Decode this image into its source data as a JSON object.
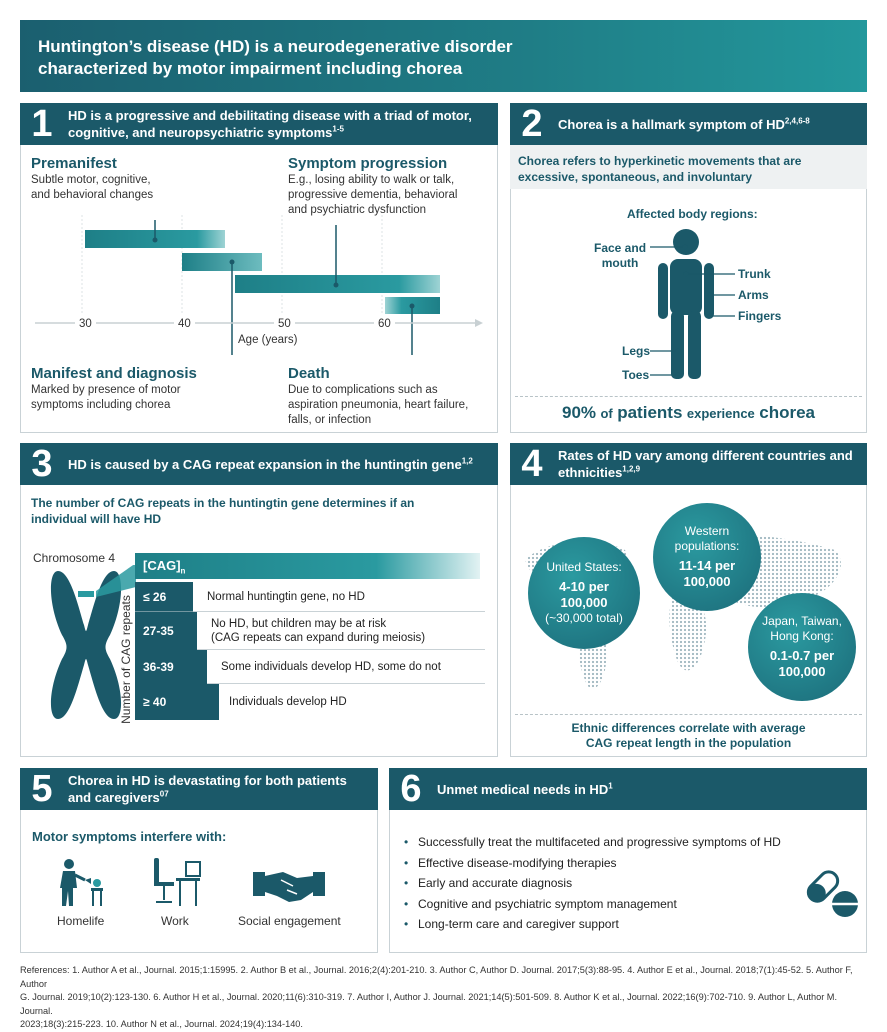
{
  "banner": {
    "line1": "Huntington’s disease (HD) is a neurodegenerative disorder",
    "line2": "characterized by motor impairment including chorea"
  },
  "panel1": {
    "num": "1",
    "title_line1": "HD is a progressive and debilitating disease with a triad of motor,",
    "title_line2": "cognitive, and neuropsychiatric symptoms",
    "title_sup": "1-5",
    "premanifest_title": "Premanifest",
    "premanifest_l1": "Subtle motor, cognitive,",
    "premanifest_l2": "and behavioral changes",
    "progression_title": "Symptom progression",
    "progression_l1": "E.g., losing ability to walk or talk,",
    "progression_l2": "progressive dementia, behavioral",
    "progression_l3": "and psychiatric dysfunction",
    "manifest_title": "Manifest and diagnosis",
    "manifest_l1": "Marked by presence of motor",
    "manifest_l2": "symptoms including chorea",
    "death_title": "Death",
    "death_l1": "Due to complications such as",
    "death_l2": "aspiration pneumonia, heart failure,",
    "death_l3": "falls, or infection",
    "ticks": [
      "30",
      "40",
      "50",
      "60"
    ],
    "axis_label": "Age (years)"
  },
  "panel2": {
    "num": "2",
    "title": "Chorea is a hallmark symptom of HD",
    "title_sup": "2,4,6-8",
    "sub_l1": "Chorea refers to hyperkinetic movements that are",
    "sub_l2": "excessive, spontaneous, and involuntary",
    "regions_title": "Affected body regions:",
    "face": "Face and",
    "mouth": "mouth",
    "trunk": "Trunk",
    "arms": "Arms",
    "fingers": "Fingers",
    "legs": "Legs",
    "toes": "Toes",
    "stat_pct": "90%",
    "stat_of": "of",
    "stat_patients": "patients",
    "stat_experience": "experience",
    "stat_chorea": "chorea"
  },
  "panel3": {
    "num": "3",
    "title": "HD is caused by a CAG repeat expansion in the huntingtin gene",
    "title_sup": "1,2",
    "sub_l1": "The number of CAG repeats in the huntingtin gene determines if an",
    "sub_l2": "individual will have HD",
    "chromosome": "Chromosome 4",
    "cag_label": "[CAG]",
    "cag_sub": "n",
    "axis_label": "Number of CAG repeats",
    "rows": [
      {
        "range": "≤ 26",
        "text1": "Normal huntingtin gene, no HD",
        "text2": ""
      },
      {
        "range": "27-35",
        "text1": "No HD, but children may be at risk",
        "text2": "(CAG repeats can expand during meiosis)"
      },
      {
        "range": "36-39",
        "text1": "Some individuals develop HD, some do not",
        "text2": ""
      },
      {
        "range": "≥ 40",
        "text1": "Individuals develop HD",
        "text2": ""
      }
    ]
  },
  "panel4": {
    "num": "4",
    "title_l1": "Rates of HD vary among different countries and",
    "title_l2": "ethnicities",
    "title_sup": "1,2,9",
    "us_label": "United States:",
    "us_v1": "4-10 per",
    "us_v2": "100,000",
    "us_v3": "(~30,000 total)",
    "west_l1": "Western",
    "west_l2": "populations:",
    "west_v1": "11-14 per",
    "west_v2": "100,000",
    "asia_l1": "Japan, Taiwan,",
    "asia_l2": "Hong Kong:",
    "asia_v1": "0.1-0.7 per",
    "asia_v2": "100,000",
    "foot_l1": "Ethnic differences correlate with average",
    "foot_l2": "CAG repeat length in the population"
  },
  "panel5": {
    "num": "5",
    "title_l1": "Chorea in HD is devastating for both patients",
    "title_l2": "and caregivers",
    "title_sup": "07",
    "sub": "Motor symptoms interfere with:",
    "items": [
      "Homelife",
      "Work",
      "Social engagement"
    ]
  },
  "panel6": {
    "num": "6",
    "title": "Unmet medical needs in HD",
    "title_sup": "1",
    "needs": [
      "Successfully treat the multifaceted and progressive symptoms of HD",
      "Effective disease-modifying therapies",
      "Early and accurate diagnosis",
      "Cognitive and psychiatric symptom management",
      "Long-term care and caregiver support"
    ]
  },
  "references": {
    "l1": "References: 1. Author A et al., Journal. 2015;1:15995. 2. Author B et al., Journal. 2016;2(4):201-210. 3. Author C, Author D. Journal. 2017;5(3):88-95. 4. Author E et al., Journal. 2018;7(1):45-52. 5. Author F, Author",
    "l2": "G. Journal. 2019;10(2):123-130. 6. Author H et al., Journal. 2020;11(6):310-319. 7. Author I, Author J. Journal. 2021;14(5):501-509. 8. Author K et al., Journal. 2022;16(9):702-710. 9. Author L, Author M. Journal.",
    "l3": "2023;18(3):215-223. 10. Author N et al., Journal. 2024;19(4):134-140."
  },
  "colors": {
    "dark_teal": "#1b5969",
    "teal": "#1e7f87",
    "light_teal": "#2a9aa0"
  }
}
